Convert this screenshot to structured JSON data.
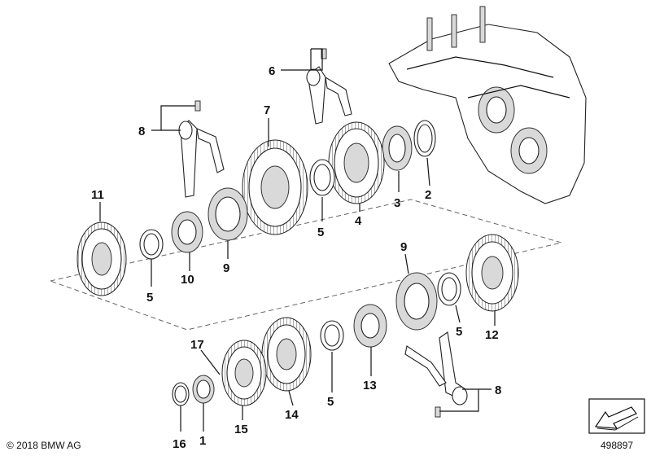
{
  "callouts": {
    "c1": "1",
    "c2": "2",
    "c3": "3",
    "c4": "4",
    "c5a": "5",
    "c5b": "5",
    "c5c": "5",
    "c5d": "5",
    "c6": "6",
    "c7": "7",
    "c8a": "8",
    "c8b": "8",
    "c9a": "9",
    "c9b": "9",
    "c10": "10",
    "c11": "11",
    "c12": "12",
    "c13": "13",
    "c14": "14",
    "c15": "15",
    "c16": "16",
    "c17": "17"
  },
  "footer": {
    "copyright": "© 2018 BMW AG",
    "reference": "498897"
  }
}
